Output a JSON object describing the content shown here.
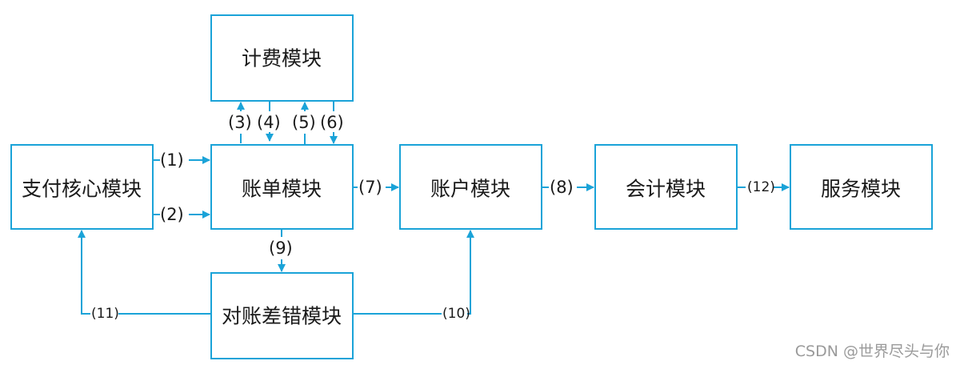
{
  "colors": {
    "line": "#1aa3d8",
    "text": "#1a1a1a",
    "watermark": "#9a9a9a"
  },
  "nodes": {
    "billing": {
      "label": "计费模块"
    },
    "payment_core": {
      "label": "支付核心模块"
    },
    "bill": {
      "label": "账单模块"
    },
    "account": {
      "label": "账户模块"
    },
    "accounting": {
      "label": "会计模块"
    },
    "service": {
      "label": "服务模块"
    },
    "reconciliation": {
      "label": "对账差错模块"
    }
  },
  "edges": {
    "e1": {
      "label": "(1)"
    },
    "e2": {
      "label": "(2)"
    },
    "e3": {
      "label": "(3)"
    },
    "e4": {
      "label": "(4)"
    },
    "e5": {
      "label": "(5)"
    },
    "e6": {
      "label": "(6)"
    },
    "e7": {
      "label": "(7)"
    },
    "e8": {
      "label": "(8)"
    },
    "e9": {
      "label": "(9)"
    },
    "e10": {
      "label": "(10)"
    },
    "e11": {
      "label": "(11)"
    },
    "e12": {
      "label": "(12)"
    }
  },
  "watermark": "CSDN @世界尽头与你"
}
